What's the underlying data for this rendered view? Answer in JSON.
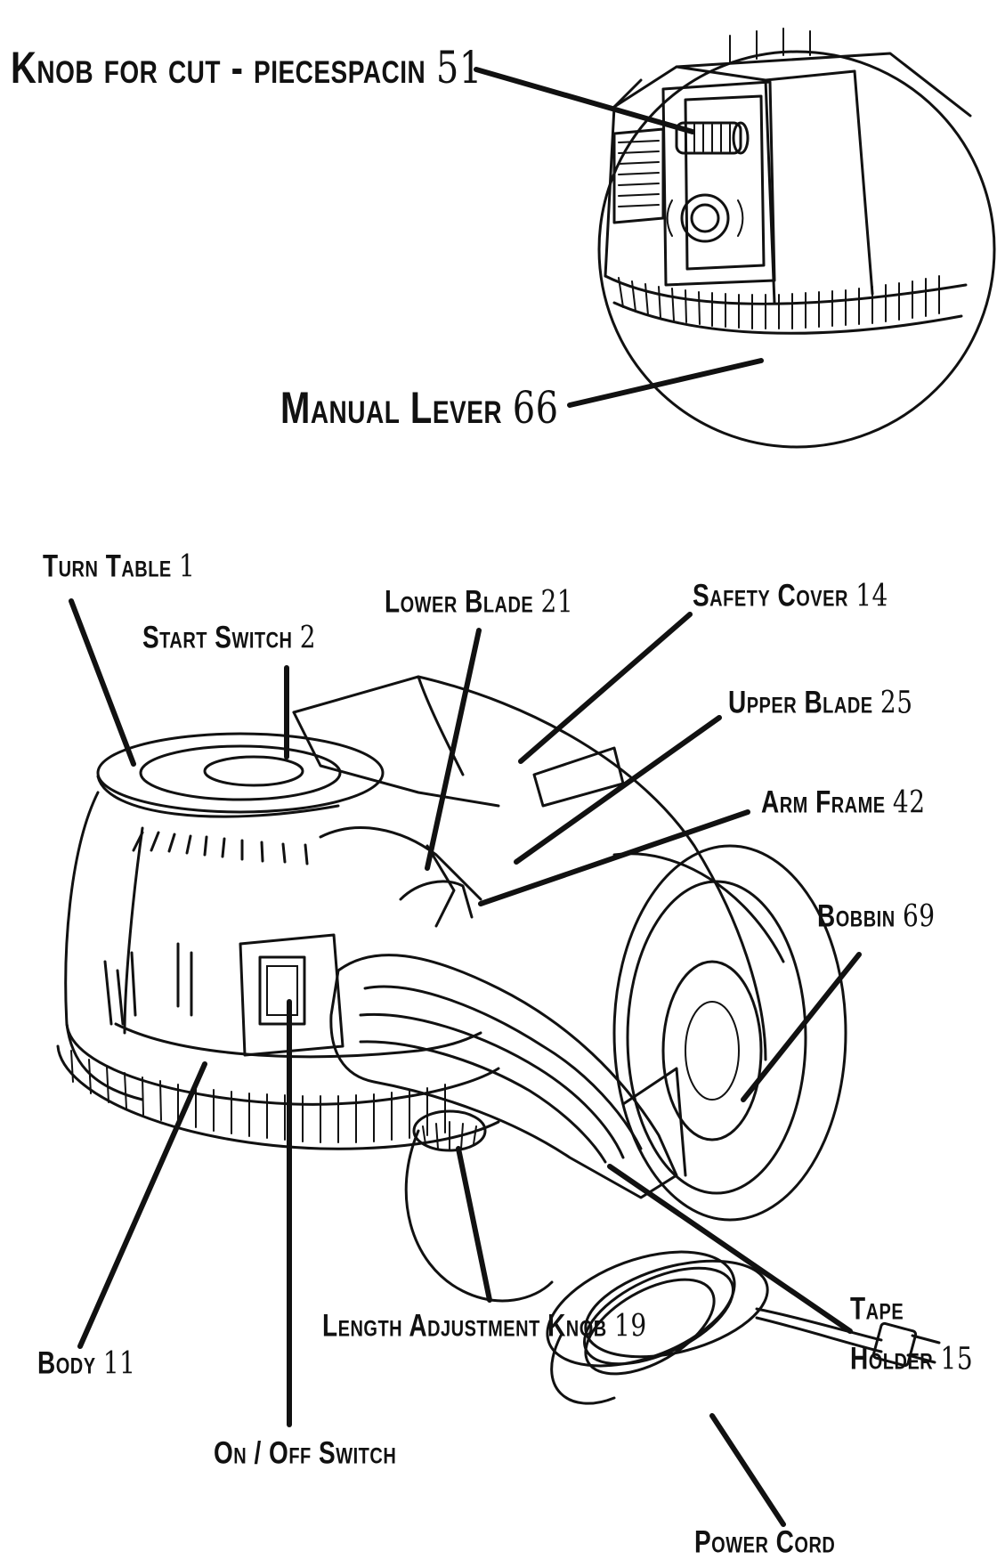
{
  "labels": {
    "knob_cut": {
      "name": "Knob for cut - piecespacin",
      "num": "51"
    },
    "manual_lever": {
      "name": "Manual Lever",
      "num": "66"
    },
    "turn_table": {
      "name": "Turn Table",
      "num": "1"
    },
    "start_switch": {
      "name": "Start Switch",
      "num": "2"
    },
    "lower_blade": {
      "name": "Lower Blade",
      "num": "21"
    },
    "safety_cover": {
      "name": "Safety Cover",
      "num": "14"
    },
    "upper_blade": {
      "name": "Upper Blade",
      "num": "25"
    },
    "arm_frame": {
      "name": "Arm Frame",
      "num": "42"
    },
    "bobbin": {
      "name": "Bobbin",
      "num": "69"
    },
    "body": {
      "name": "Body",
      "num": "11"
    },
    "length_knob": {
      "name": "Length Adjustment Knob",
      "num": "19"
    },
    "tape_holder": {
      "line1": "Tape",
      "line2": "Holder",
      "num": "15"
    },
    "on_off_switch": {
      "name": "On / Off Switch"
    },
    "power_cord": {
      "name": "Power Cord"
    }
  },
  "colors": {
    "ink": "#111111",
    "paper": "#ffffff"
  }
}
